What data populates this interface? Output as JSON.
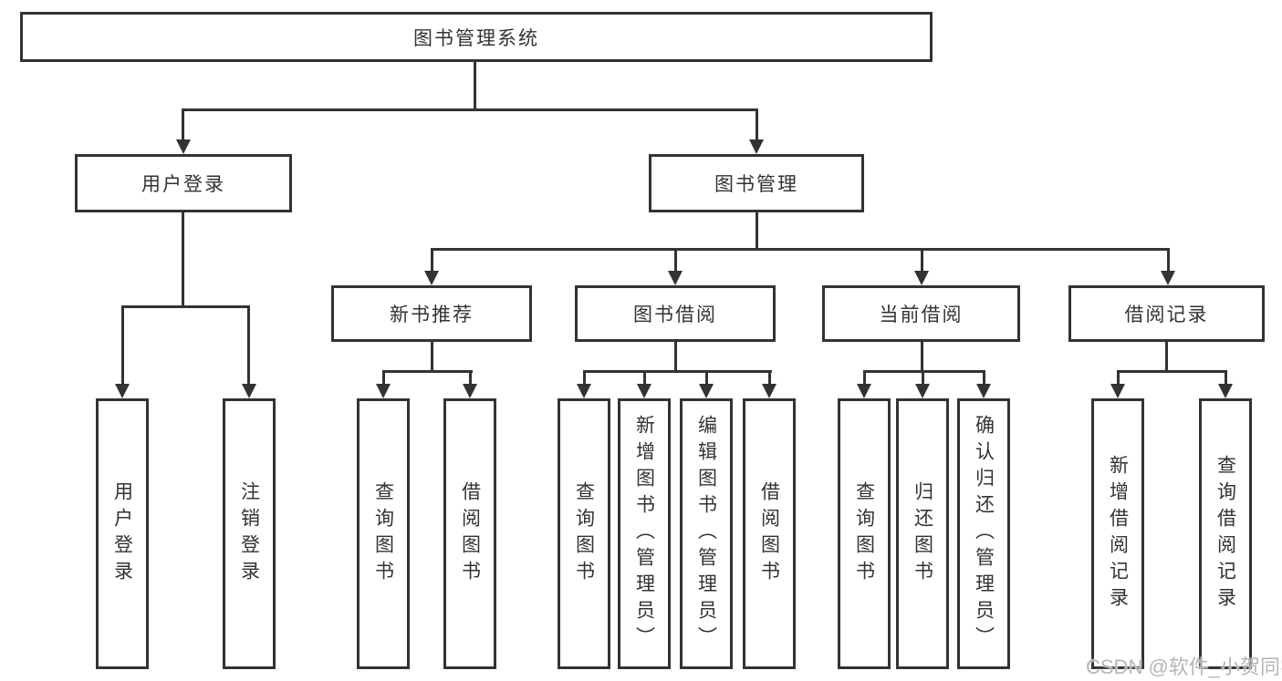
{
  "colors": {
    "line": "#333333",
    "box_border": "#333333",
    "text": "#333333",
    "background": "#ffffff",
    "watermark": "#acacac"
  },
  "watermark": {
    "text": "CSDN @软件_小贺同学"
  },
  "tree": {
    "label": "图书管理系统",
    "children": [
      {
        "label": "用户登录",
        "children": [
          {
            "label": "用户登录"
          },
          {
            "label": "注销登录"
          }
        ]
      },
      {
        "label": "图书管理",
        "children": [
          {
            "label": "新书推荐",
            "children": [
              {
                "label": "查询图书"
              },
              {
                "label": "借阅图书"
              }
            ]
          },
          {
            "label": "图书借阅",
            "children": [
              {
                "label": "查询图书"
              },
              {
                "label": "新增图书（管理员）"
              },
              {
                "label": "编辑图书（管理员）"
              },
              {
                "label": "借阅图书"
              }
            ]
          },
          {
            "label": "当前借阅",
            "children": [
              {
                "label": "查询图书"
              },
              {
                "label": "归还图书"
              },
              {
                "label": "确认归还（管理员）"
              }
            ]
          },
          {
            "label": "借阅记录",
            "children": [
              {
                "label": "新增借阅记录"
              },
              {
                "label": "查询借阅记录"
              }
            ]
          }
        ]
      }
    ]
  }
}
